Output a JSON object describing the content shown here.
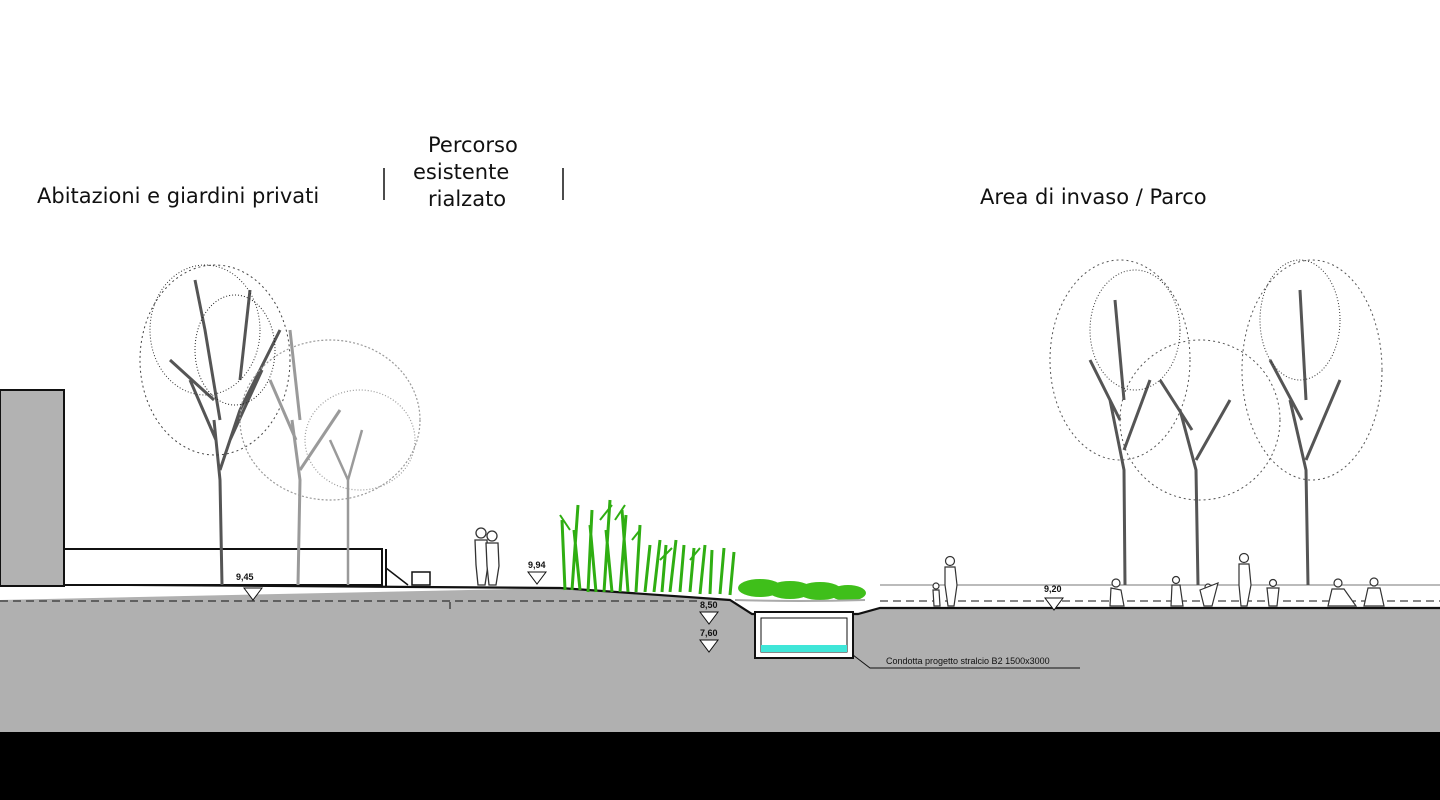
{
  "labels": {
    "left_zone": "Abitazioni e giardini privati",
    "middle_zone_lines": [
      "Percorso",
      "esistente",
      "rialzato"
    ],
    "right_zone": "Area di invaso / Parco"
  },
  "elevations": {
    "garden": "9,45",
    "path": "9,94",
    "channel_top": "8,50",
    "channel_bottom": "7,60",
    "park": "9,20"
  },
  "conduit_note": "Condotta progetto stralcio  B2  1500x3000",
  "colors": {
    "ground": "#b0b0b0",
    "building": "#b2b2b2",
    "tree_dark": "#555555",
    "tree_light": "#9a9a9a",
    "reeds": "#2fae12",
    "shrubs": "#3fbf1a",
    "water": "#3fe6d8",
    "line": "#111111"
  }
}
